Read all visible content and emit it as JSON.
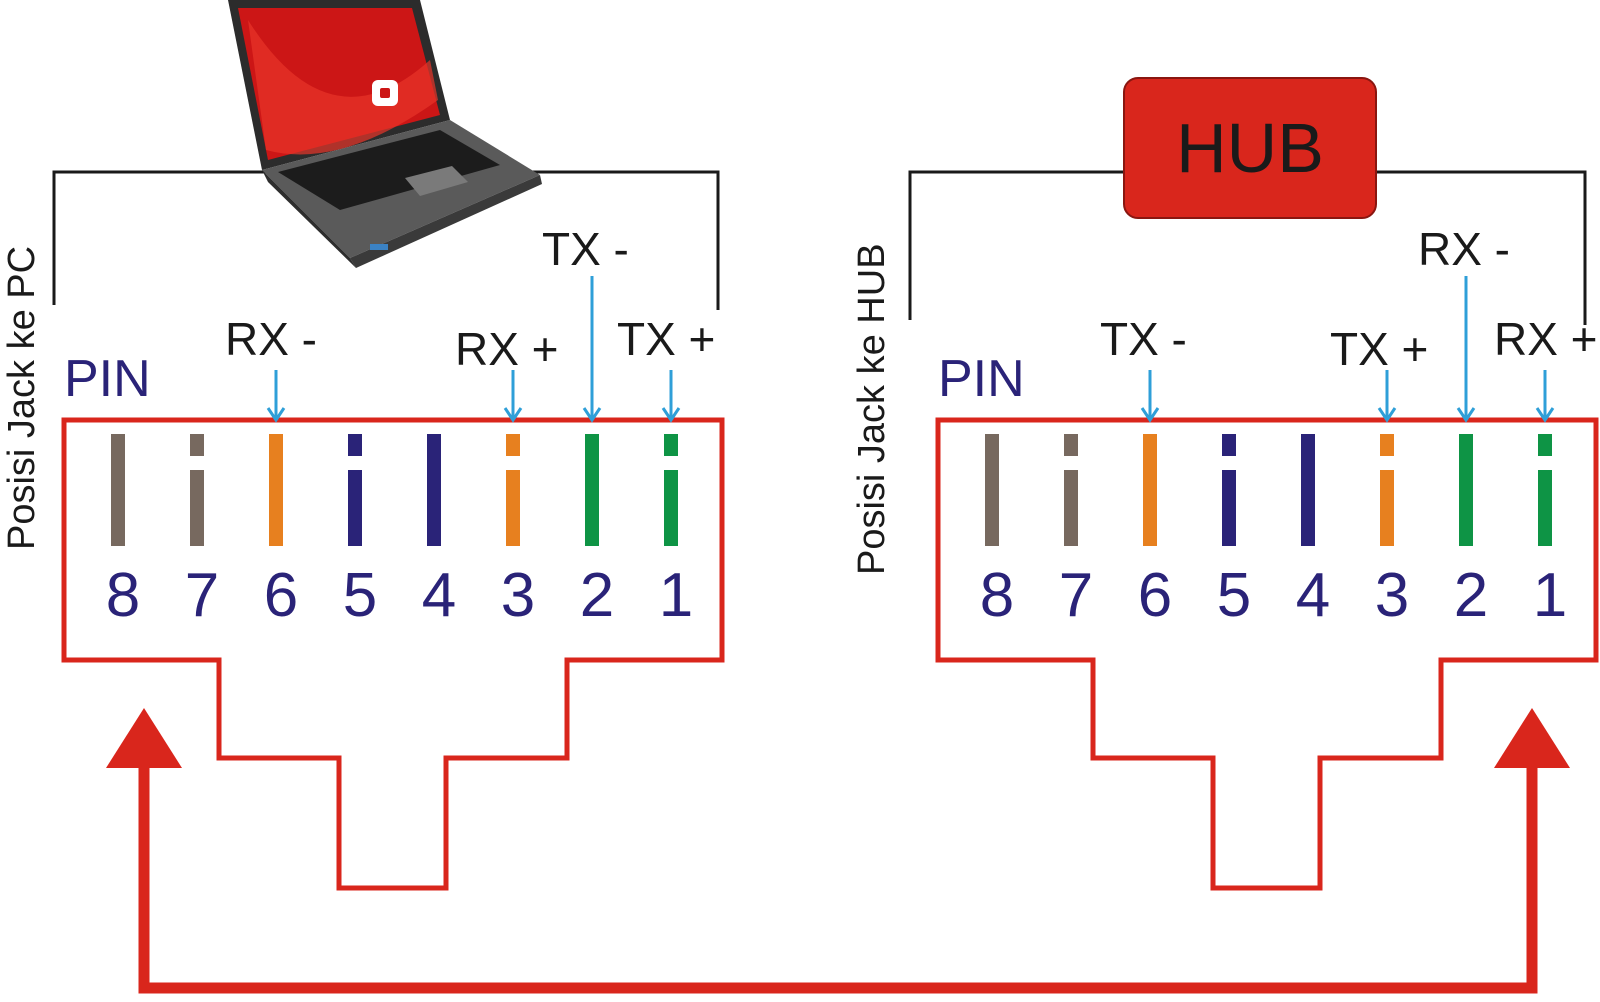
{
  "colors": {
    "red": "#d9261c",
    "orange": "#e7801f",
    "navy": "#2a2378",
    "green": "#0e9445",
    "brown": "#77695f",
    "blue_arrow": "#2f9fd8",
    "bracket": "#1a1a1a",
    "laptop_screen": "#cc1616"
  },
  "pc": {
    "side_label": "Posisi Jack ke PC",
    "pin_title": "PIN",
    "pins": [
      {
        "num": "8",
        "color": "brown",
        "style": "solid"
      },
      {
        "num": "7",
        "color": "brown",
        "style": "striped"
      },
      {
        "num": "6",
        "color": "orange",
        "style": "solid"
      },
      {
        "num": "5",
        "color": "navy",
        "style": "striped"
      },
      {
        "num": "4",
        "color": "navy",
        "style": "solid"
      },
      {
        "num": "3",
        "color": "orange",
        "style": "striped"
      },
      {
        "num": "2",
        "color": "green",
        "style": "solid"
      },
      {
        "num": "1",
        "color": "green",
        "style": "striped"
      }
    ],
    "signals": [
      {
        "label": "RX -",
        "pin": "6"
      },
      {
        "label": "RX +",
        "pin": "3"
      },
      {
        "label": "TX -",
        "pin": "2"
      },
      {
        "label": "TX +",
        "pin": "1"
      }
    ],
    "device_icon": "laptop-icon"
  },
  "hub": {
    "side_label": "Posisi Jack ke HUB",
    "pin_title": "PIN",
    "device_label": "HUB",
    "pins": [
      {
        "num": "8",
        "color": "brown",
        "style": "solid"
      },
      {
        "num": "7",
        "color": "brown",
        "style": "striped"
      },
      {
        "num": "6",
        "color": "orange",
        "style": "solid"
      },
      {
        "num": "5",
        "color": "navy",
        "style": "striped"
      },
      {
        "num": "4",
        "color": "navy",
        "style": "solid"
      },
      {
        "num": "3",
        "color": "orange",
        "style": "striped"
      },
      {
        "num": "2",
        "color": "green",
        "style": "solid"
      },
      {
        "num": "1",
        "color": "green",
        "style": "striped"
      }
    ],
    "signals": [
      {
        "label": "TX -",
        "pin": "6"
      },
      {
        "label": "TX +",
        "pin": "3"
      },
      {
        "label": "RX -",
        "pin": "2"
      },
      {
        "label": "RX +",
        "pin": "1"
      }
    ]
  },
  "connection_icon": "double-arrow-icon"
}
